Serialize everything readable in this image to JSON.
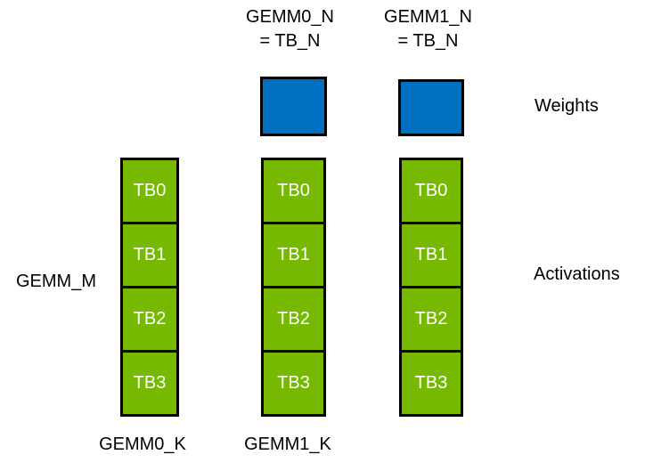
{
  "diagram": {
    "colors": {
      "background": "#FFFFFF",
      "weights_fill": "#0070C0",
      "activations_fill": "#76B900",
      "block_border": "#000000",
      "cell_text": "#FFFFFF",
      "label_text": "#000000"
    },
    "top_labels": [
      {
        "text": "GEMM0_N\n= TB_N"
      },
      {
        "text": "GEMM1_N\n= TB_N"
      }
    ],
    "side_labels": {
      "weights": "Weights",
      "activations": "Activations",
      "gemm_m": "GEMM_M"
    },
    "bottom_labels": [
      {
        "text": "GEMM0_K"
      },
      {
        "text": "GEMM1_K"
      }
    ],
    "weights_blocks": [
      {
        "name": "weights-block-gemm0"
      },
      {
        "name": "weights-block-gemm1"
      }
    ],
    "columns": [
      {
        "cells": [
          "TB0",
          "TB1",
          "TB2",
          "TB3"
        ]
      },
      {
        "cells": [
          "TB0",
          "TB1",
          "TB2",
          "TB3"
        ]
      },
      {
        "cells": [
          "TB0",
          "TB1",
          "TB2",
          "TB3"
        ]
      }
    ]
  }
}
